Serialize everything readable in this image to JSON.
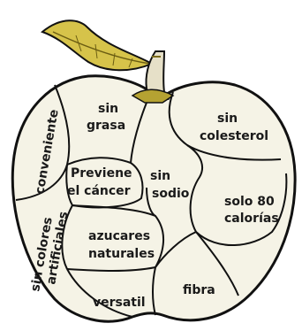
{
  "colors": {
    "outline": "#111111",
    "cell_fill": "#f5f3e6",
    "leaf": "#d6c34a",
    "leaf_vein": "#6b5d12",
    "stem": "#e6e0c8",
    "stem_dark": "#7a6a1a",
    "text": "#1a1a1a"
  },
  "icons": [
    "apple-icon",
    "leaf-icon",
    "stem-icon"
  ],
  "regions": [
    {
      "id": "conveniente",
      "label": "conveniente"
    },
    {
      "id": "sin-grasa",
      "line1": "sin",
      "line2": "grasa"
    },
    {
      "id": "sin-colesterol",
      "line1": "sin",
      "line2": "colesterol"
    },
    {
      "id": "previene",
      "line1": "Previene",
      "line2": "el cáncer"
    },
    {
      "id": "sin-sodio",
      "line1": "sin",
      "line2": "sodio"
    },
    {
      "id": "solo-80",
      "line1": "solo 80",
      "line2": "calorías"
    },
    {
      "id": "sin-colores",
      "line1": "sin colores",
      "line2": "artificiales"
    },
    {
      "id": "azucares",
      "line1": "azucares",
      "line2": "naturales"
    },
    {
      "id": "versatil",
      "label": "versatil"
    },
    {
      "id": "fibra",
      "label": "fibra"
    }
  ]
}
